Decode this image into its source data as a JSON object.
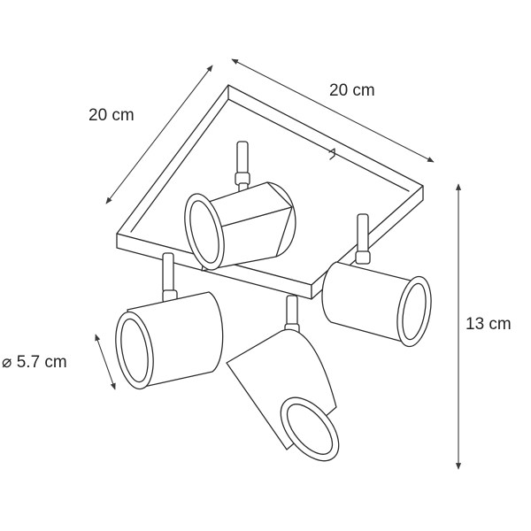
{
  "dimensions": {
    "width_top": "20 cm",
    "depth_left": "20 cm",
    "height_right": "13 cm",
    "diameter": "⌀ 5.7 cm"
  }
}
